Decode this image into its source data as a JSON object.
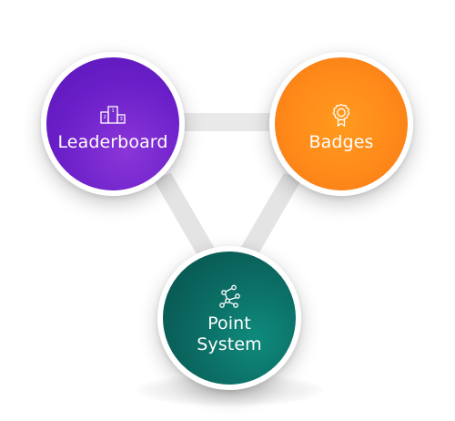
{
  "nodes": {
    "leaderboard": {
      "label": "Leaderboard",
      "icon": "podium-icon",
      "color": "#6a1fc8"
    },
    "badges": {
      "label": "Badges",
      "icon": "badge-ribbon-icon",
      "color": "#ff8a1a"
    },
    "points": {
      "label": "Point\nSystem",
      "icon": "network-nodes-icon",
      "color": "#0b6a62"
    }
  },
  "connector_color": "#e8e8e8"
}
